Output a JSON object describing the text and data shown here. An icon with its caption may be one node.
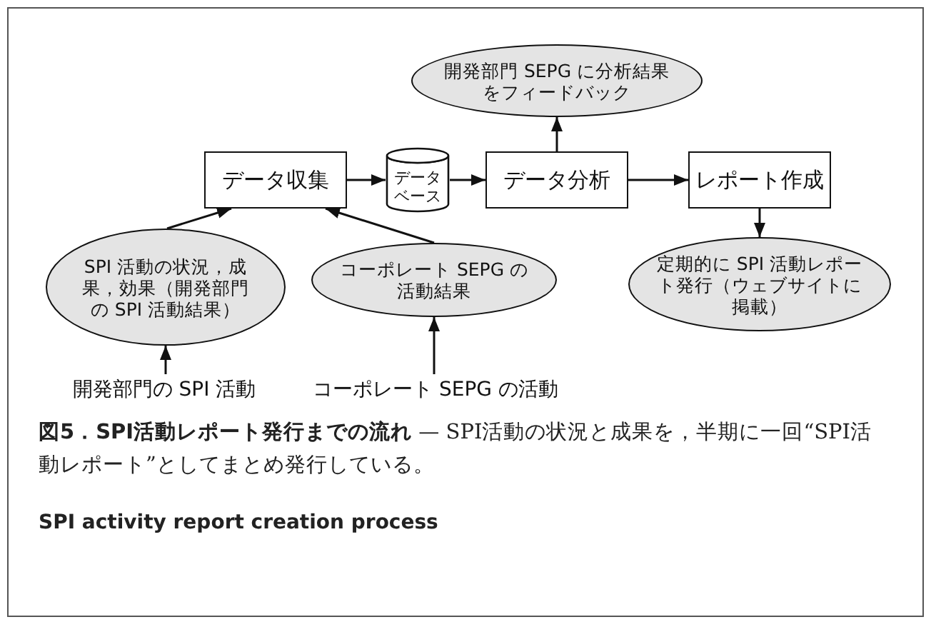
{
  "diagram": {
    "title": "図5．SPI活動レポート発行までの流れ",
    "caption": "— SPI活動の状況と成果を，半期に一回“SPI活動レポート”としてまとめ発行している。",
    "nodes": [
      {
        "text": [
          "データ収集"
        ]
      },
      {
        "text": [
          "データベース"
        ]
      },
      {
        "text": [
          "データ分析"
        ]
      },
      {
        "text": [
          "レポート作成"
        ]
      },
      {
        "text": [
          "開発部門 SEPG に分析結果をフィードバック"
        ]
      },
      {
        "text": [
          "SPI 活動の状況，成果，効果（開発部門の SPI 活動結果）"
        ]
      },
      {
        "text": [
          "コーポレート SEPG の活動結果"
        ]
      },
      {
        "text": [
          "定期的に SPI 活動レポート発行（ウェブサイトに掲載）"
        ]
      },
      {
        "text": [
          "開発部門の SPI 活動"
        ]
      },
      {
        "text": [
          "コーポレート SEPG の活動"
        ]
      }
    ],
    "edges": [
      {
        "from": 0,
        "to": 1,
        "arrow": "to"
      },
      {
        "from": 1,
        "to": 2,
        "arrow": "to"
      },
      {
        "from": 2,
        "to": 3,
        "arrow": "to"
      },
      {
        "from": 2,
        "to": 4,
        "arrow": "to"
      },
      {
        "from": 3,
        "to": 7,
        "arrow": "to"
      },
      {
        "from": 5,
        "to": 0,
        "arrow": "to"
      },
      {
        "from": 6,
        "to": 0,
        "arrow": "to"
      },
      {
        "from": 8,
        "to": 5,
        "arrow": "to"
      },
      {
        "from": 9,
        "to": 6,
        "arrow": "to"
      }
    ],
    "labels": [
      "SPI activity report creation process"
    ]
  }
}
